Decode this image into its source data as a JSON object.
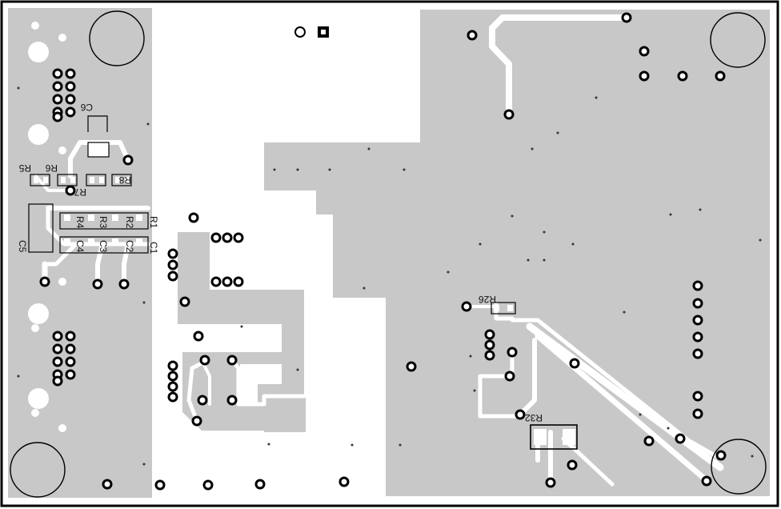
{
  "colors": {
    "background": "#ffffff",
    "frame": "#000000",
    "copper_pour": "#c8c8c8",
    "trace": "#ffffff",
    "pad": "#000000",
    "silkscreen": "#111111"
  },
  "labels": {
    "c6": "C6",
    "r5": "R5",
    "r6": "R6",
    "r7": "R7",
    "r8": "R8",
    "c5": "C5",
    "r1": "R1",
    "r2": "R2",
    "r3": "R3",
    "r4": "R4",
    "c1": "C1",
    "c2": "C2",
    "c3": "C3",
    "c4": "C4",
    "r26": "R26",
    "r32": "R32"
  }
}
